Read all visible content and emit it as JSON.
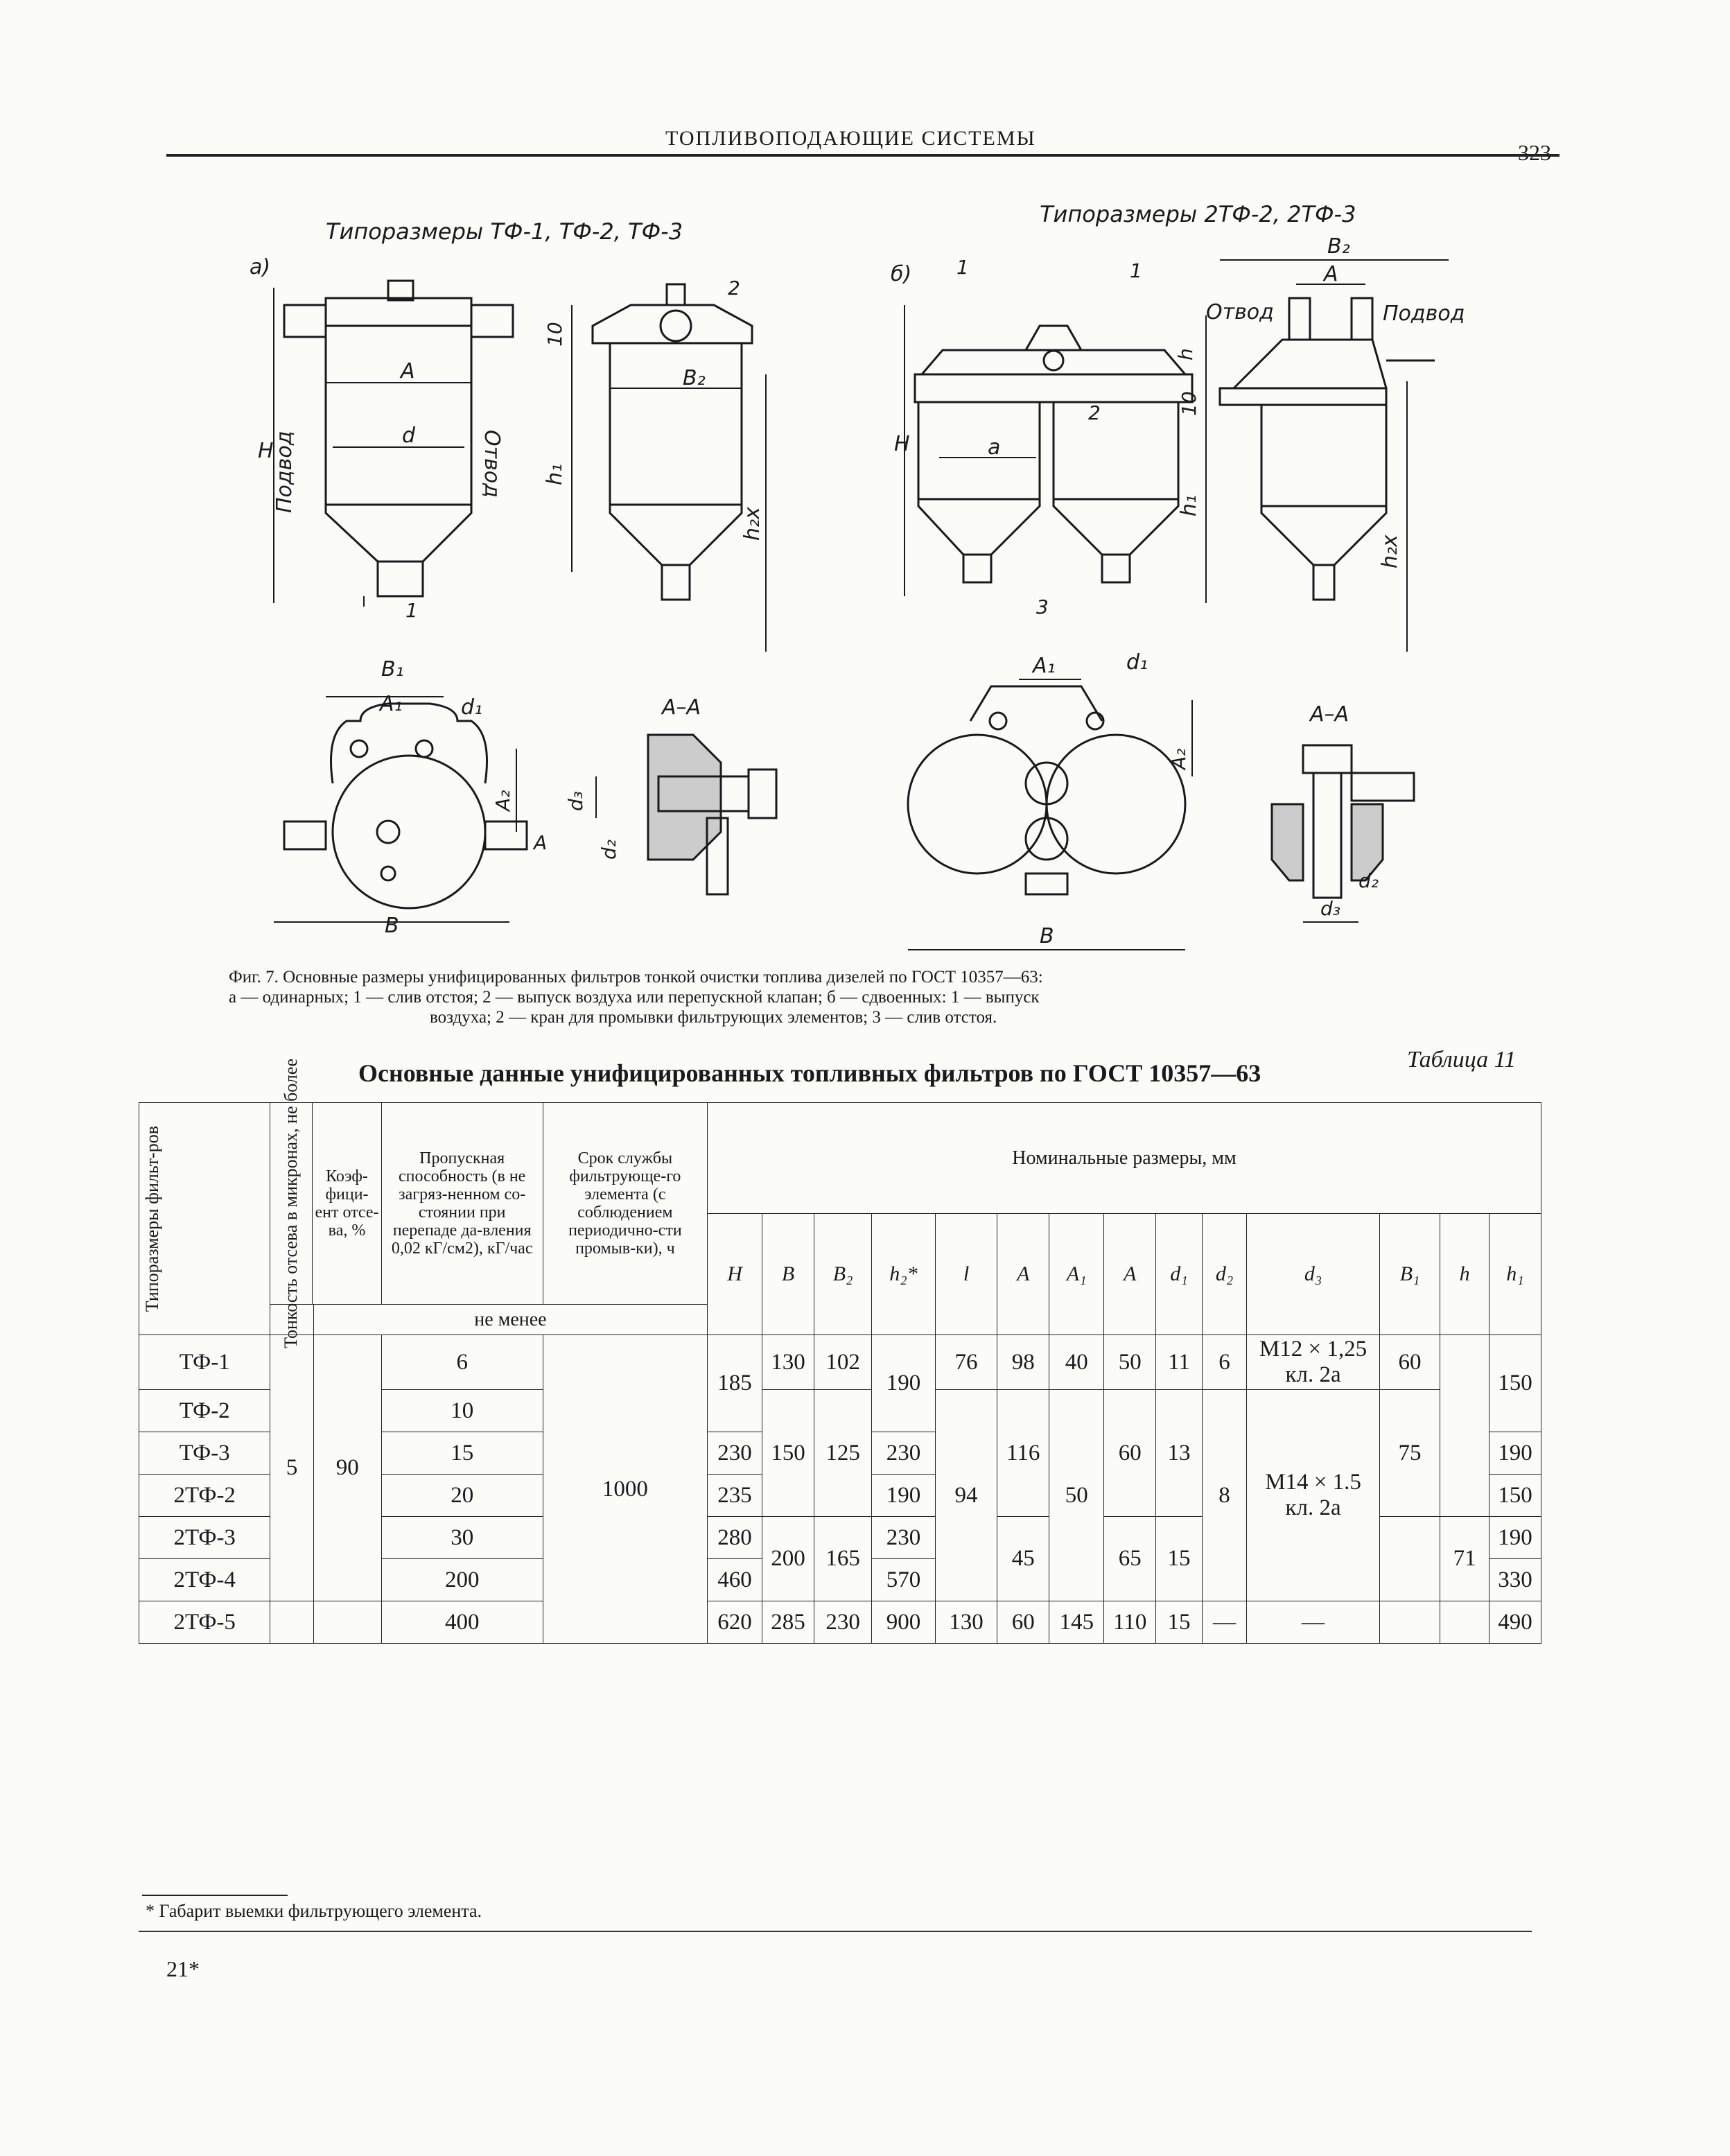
{
  "header": {
    "title": "ТОПЛИВОПОДАЮЩИЕ СИСТЕМЫ",
    "page": "323"
  },
  "figure": {
    "left_title": "Типоразмеры ТФ-1, ТФ-2, ТФ-3",
    "right_title": "Типоразмеры 2ТФ-2, 2ТФ-3",
    "panel_a": "а)",
    "panel_b": "б)",
    "labels_a": {
      "inlet": "Подвод",
      "outlet": "Отвод",
      "H": "H",
      "A": "A",
      "d": "d",
      "h1": "h₁",
      "h2x": "h₂x",
      "B2": "B₂",
      "ten": "10",
      "one": "1",
      "two": "2",
      "B1": "B₁",
      "A1": "A₁",
      "d1": "d₁",
      "A2": "A₂",
      "B": "B",
      "section": "А–А",
      "d2": "d₂",
      "d3": "d₃"
    },
    "labels_b": {
      "inlet": "Подвод",
      "outlet": "Отвод",
      "H": "H",
      "a": "a",
      "h": "h",
      "ten": "10",
      "h1": "h₁",
      "h2x": "h₂x",
      "B2": "B₂",
      "A": "A",
      "one": "1",
      "two": "2",
      "three": "3",
      "A1": "A₁",
      "d1": "d₁",
      "A2": "A₂",
      "B": "B",
      "section": "А–А",
      "d2": "d₂",
      "d3": "d₃"
    }
  },
  "caption": {
    "line1": "Фиг. 7. Основные размеры унифицированных фильтров тонкой очистки топлива дизелей по ГОСТ 10357—63:",
    "line2": "а — одинарных; 1 — слив отстоя; 2 — выпуск воздуха или перепускной клапан; б — сдвоенных: 1 — выпуск",
    "line3": "воздуха; 2 — кран для промывки фильтрующих элементов; 3 — слив отстоя."
  },
  "table": {
    "number": "Таблица 11",
    "title": "Основные данные унифицированных топливных фильтров по ГОСТ 10357—63",
    "headers": {
      "type": "Типоразмеры фильт-ров",
      "fineness": "Тонкость отсева в микронах, не более",
      "coef": "Коэф-фици-ент отсе-ва, %",
      "capacity": "Пропускная способность (в не загряз-ненном со-стоянии при перепаде да-вления 0,02 кГ/см2), кГ/час",
      "life": "Срок службы фильтрующе-го элемента (с соблюдением периодично-сти промыв-ки), ч",
      "nominal": "Номинальные размеры, мм",
      "not_less": "не менее",
      "dims": [
        "H",
        "B",
        "B₂",
        "h₂*",
        "l",
        "A",
        "A₁",
        "A",
        "d₁",
        "d₂",
        "d₃",
        "B₁",
        "h",
        "h₁"
      ]
    },
    "rows": [
      {
        "type": "ТФ-1",
        "cap": "6"
      },
      {
        "type": "ТФ-2",
        "cap": "10"
      },
      {
        "type": "ТФ-3",
        "cap": "15"
      },
      {
        "type": "2ТФ-2",
        "cap": "20"
      },
      {
        "type": "2ТФ-3",
        "cap": "30"
      },
      {
        "type": "2ТФ-4",
        "cap": "200"
      },
      {
        "type": "2ТФ-5",
        "cap": "400"
      }
    ],
    "merged": {
      "fineness": "5",
      "coef": "90",
      "life": "1000",
      "H_185": "185",
      "H_230": "230",
      "H_235": "235",
      "H_280": "280",
      "H_460": "460",
      "H_620": "620",
      "B_130": "130",
      "B_150": "150",
      "B_200": "200",
      "B_285": "285",
      "B2_102": "102",
      "B2_125": "125",
      "B2_165": "165",
      "B2_230": "230",
      "h2_190a": "190",
      "h2_230a": "230",
      "h2_190b": "190",
      "h2_230b": "230",
      "h2_570": "570",
      "h2_900": "900",
      "l_76": "76",
      "l_94": "94",
      "l_130": "130",
      "A_98": "98",
      "A_116": "116",
      "A_45": "45",
      "A_60": "60",
      "A1_40": "40",
      "A1_50": "50",
      "A1_145": "145",
      "Ab_50": "50",
      "Ab_60": "60",
      "Ab_65": "65",
      "Ab_110": "110",
      "d1_11": "11",
      "d1_13": "13",
      "d1_15": "15",
      "d1_15b": "15",
      "d2_6": "6",
      "d2_8": "8",
      "d2_dash": "—",
      "d3_m12": "M12 × 1,25 кл. 2a",
      "d3_m14": "M14 × 1.5 кл. 2a",
      "d3_dash": "—",
      "B1_60": "60",
      "B1_75": "75",
      "h_71": "71",
      "h1_150a": "150",
      "h1_190a": "190",
      "h1_150b": "150",
      "h1_190b": "190",
      "h1_330": "330",
      "h1_490": "490"
    },
    "footnote": "* Габарит выемки фильтрующего элемента."
  },
  "page_mark": "21*"
}
